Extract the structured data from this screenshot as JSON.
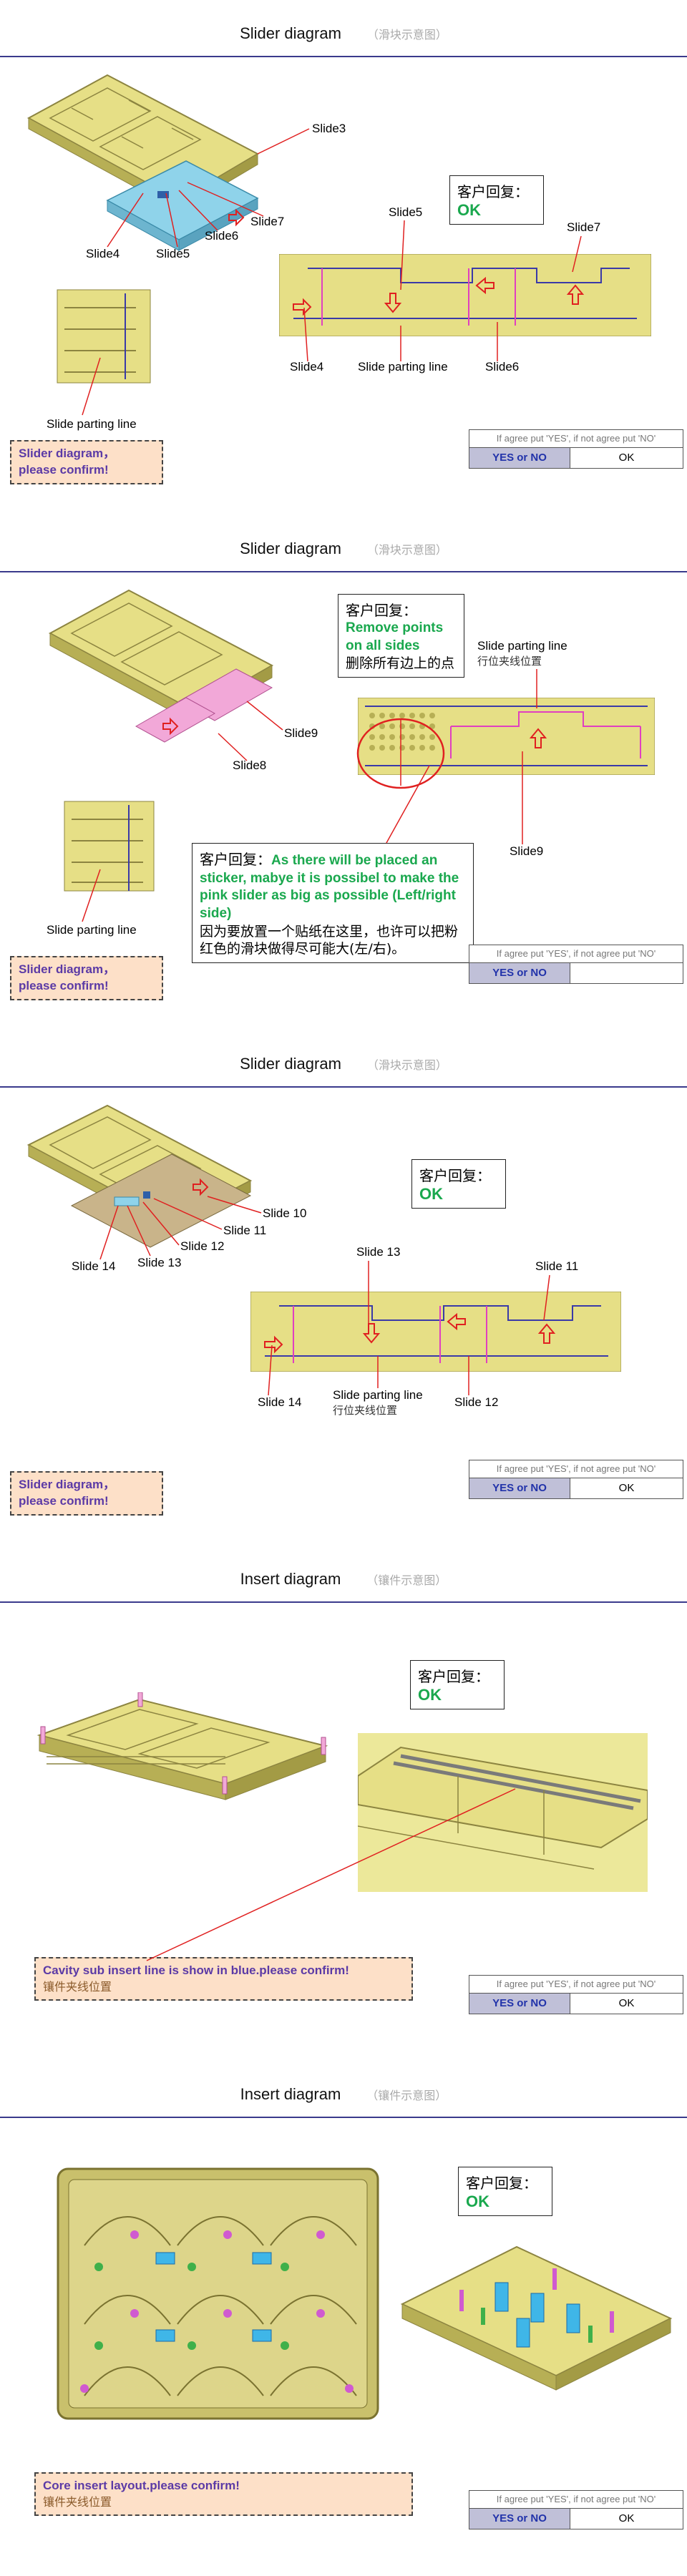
{
  "sections": [
    {
      "title": "Slider diagram",
      "title_cn": "（滑块示意图）",
      "labels": {
        "slide3": "Slide3",
        "slide4": "Slide4",
        "slide5": "Slide5",
        "slide6": "Slide6",
        "slide7": "Slide7",
        "slide5_right": "Slide5",
        "slide7_right": "Slide7",
        "slide4_right": "Slide4",
        "parting_right": "Slide parting line",
        "slide6_right": "Slide6",
        "parting_left": "Slide parting line"
      },
      "reply": {
        "head": "客户回复：",
        "ok": "OK"
      },
      "confirm": {
        "line1": "Slider diagram，",
        "line2": "please confirm!"
      },
      "yes_no": {
        "hint": "If agree put 'YES', if not agree put 'NO'",
        "label": "YES or NO",
        "answer": "OK"
      }
    },
    {
      "title": "Slider diagram",
      "title_cn": "（滑块示意图）",
      "labels": {
        "slide8": "Slide8",
        "slide9": "Slide9",
        "slide9_right": "Slide9",
        "parting_right": "Slide parting line",
        "parting_right_cn": "行位夹线位置",
        "parting_left": "Slide parting line"
      },
      "reply1": {
        "head": "客户回复：",
        "en": "Remove points on all sides",
        "zh": "删除所有边上的点"
      },
      "reply2": {
        "head": "客户回复：",
        "en": "As there will be placed an sticker, mabye it is possibel to make the pink slider as big as possible (Left/right side)",
        "zh": "因为要放置一个贴纸在这里，也许可以把粉红色的滑块做得尽可能大(左/右)。"
      },
      "confirm": {
        "line1": "Slider diagram，",
        "line2": "please confirm!"
      },
      "yes_no": {
        "hint": "If agree put 'YES', if not agree put 'NO'",
        "label": "YES or NO",
        "answer": ""
      }
    },
    {
      "title": "Slider diagram",
      "title_cn": "（滑块示意图）",
      "labels": {
        "slide10": "Slide 10",
        "slide11": "Slide 11",
        "slide12": "Slide 12",
        "slide13": "Slide 13",
        "slide14": "Slide 14",
        "slide13_right": "Slide 13",
        "slide11_right": "Slide 11",
        "slide14_right": "Slide 14",
        "parting_right": "Slide parting line",
        "parting_right_cn": "行位夹线位置",
        "slide12_right": "Slide 12"
      },
      "reply": {
        "head": "客户回复：",
        "ok": "OK"
      },
      "confirm": {
        "line1": "Slider diagram，",
        "line2": "please confirm!"
      },
      "yes_no": {
        "hint": "If agree put 'YES', if not agree put 'NO'",
        "label": "YES or NO",
        "answer": "OK"
      }
    },
    {
      "title": "Insert  diagram",
      "title_cn": "（镶件示意图）",
      "reply": {
        "head": "客户回复：",
        "ok": "OK"
      },
      "confirm": {
        "line1": "Cavity sub insert line is show in blue.please confirm!",
        "line2": "镶件夹线位置"
      },
      "yes_no": {
        "hint": "If agree put 'YES', if not agree put 'NO'",
        "label": "YES or NO",
        "answer": "OK"
      }
    },
    {
      "title": "Insert  diagram",
      "title_cn": "（镶件示意图）",
      "reply": {
        "head": "客户回复：",
        "ok": "OK"
      },
      "confirm": {
        "line1": "Core insert layout.please confirm!",
        "line2": "镶件夹线位置"
      },
      "yes_no": {
        "hint": "If agree put 'YES', if not agree put 'NO'",
        "label": "YES or NO",
        "answer": "OK"
      }
    }
  ],
  "colors": {
    "part_yellow": "#e6df86",
    "part_edge": "#8c8440",
    "slider_blue": "#8fd3ea",
    "slider_pink": "#f2a8d8",
    "slider_tan": "#c9b48a",
    "leader_red": "#e02020",
    "title_rule": "#3a3a8c",
    "ok_green": "#1aa84e"
  }
}
